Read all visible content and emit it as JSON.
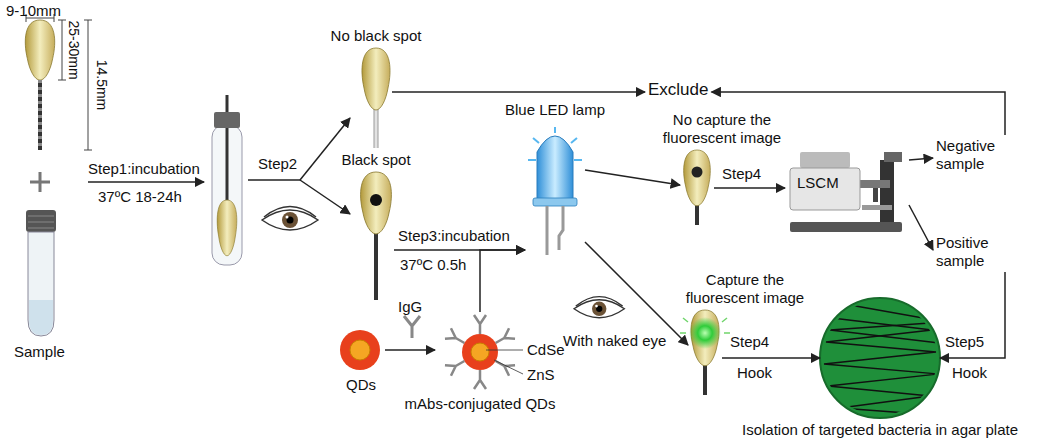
{
  "diagram": {
    "nodes": [
      {
        "text": [
          "No black spot"
        ]
      },
      {
        "text": [
          "Black spot"
        ]
      },
      {
        "text": [
          "Exclude"
        ]
      },
      {
        "text": [
          "Blue LED lamp"
        ]
      },
      {
        "text": [
          "No capture the fluorescent image"
        ]
      },
      {
        "text": [
          "LSCM"
        ]
      },
      {
        "text": [
          "Negative sample"
        ]
      },
      {
        "text": [
          "Positive sample"
        ]
      },
      {
        "text": [
          "Capture the fluorescent image"
        ]
      },
      {
        "text": [
          "Isolation of targeted bacteria in agar plate"
        ]
      },
      {
        "text": [
          "mAbs-conjugated QDs"
        ]
      }
    ],
    "edges": [
      {
        "from": 0,
        "to": 2,
        "arrow": "to"
      },
      {
        "from": 1,
        "to": 3,
        "arrow": "to"
      },
      {
        "from": 3,
        "to": 4,
        "arrow": "to"
      },
      {
        "from": 3,
        "to": 8,
        "arrow": "to"
      },
      {
        "from": 4,
        "to": 5,
        "arrow": "to"
      },
      {
        "from": 5,
        "to": 6,
        "arrow": "to"
      },
      {
        "from": 5,
        "to": 7,
        "arrow": "to"
      },
      {
        "from": 6,
        "to": 2,
        "arrow": "to"
      },
      {
        "from": 7,
        "to": 9,
        "arrow": "to"
      },
      {
        "from": 8,
        "to": 9,
        "arrow": "to"
      },
      {
        "from": 10,
        "to": 3,
        "arrow": "to"
      }
    ],
    "labels": [
      "9-10mm",
      "25-30mm",
      "14.5mm",
      "Sample",
      "Step1:incubation",
      "37ºC 18-24h",
      "Step2",
      "Step3:incubation",
      "37ºC 0.5h",
      "With naked eye",
      "Step4",
      "Step4",
      "Hook",
      "Step5",
      "Hook",
      "QDs",
      "IgG",
      "CdSe",
      "ZnS"
    ]
  }
}
